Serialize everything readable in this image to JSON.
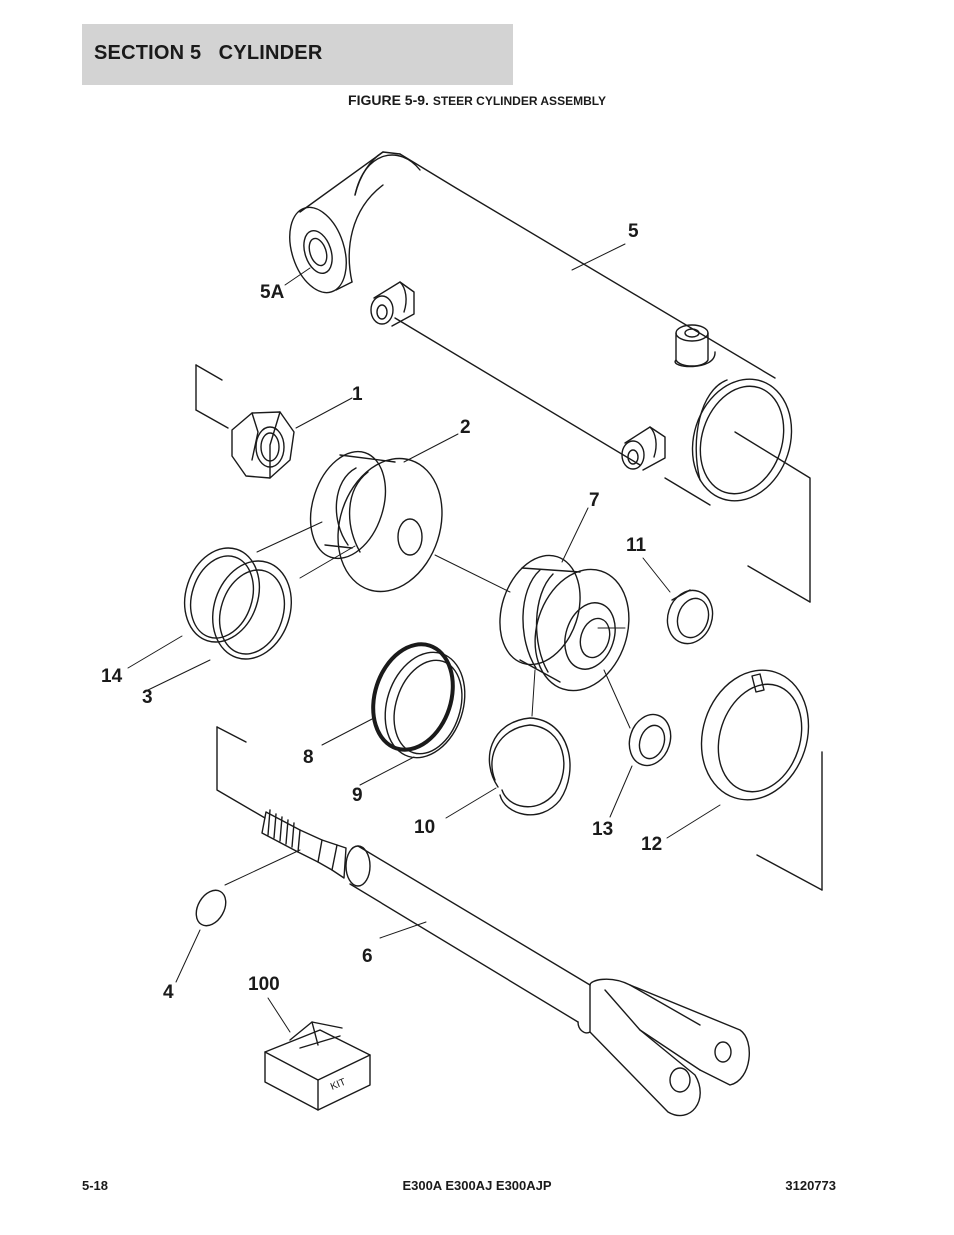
{
  "header": {
    "section_title": "SECTION 5   CYLINDER",
    "figure_label": "FIGURE 5-9.",
    "figure_title": "STEER CYLINDER ASSEMBLY"
  },
  "callouts": {
    "c5": "5",
    "c5a": "5A",
    "c1": "1",
    "c2": "2",
    "c7": "7",
    "c11": "11",
    "c14": "14",
    "c3": "3",
    "c8": "8",
    "c9": "9",
    "c10": "10",
    "c13": "13",
    "c12": "12",
    "c6": "6",
    "c4": "4",
    "c100": "100"
  },
  "kit_label": "KIT",
  "footer": {
    "page_number": "5-18",
    "models": "E300A E300AJ E300AJP",
    "doc_number": "3120773"
  }
}
